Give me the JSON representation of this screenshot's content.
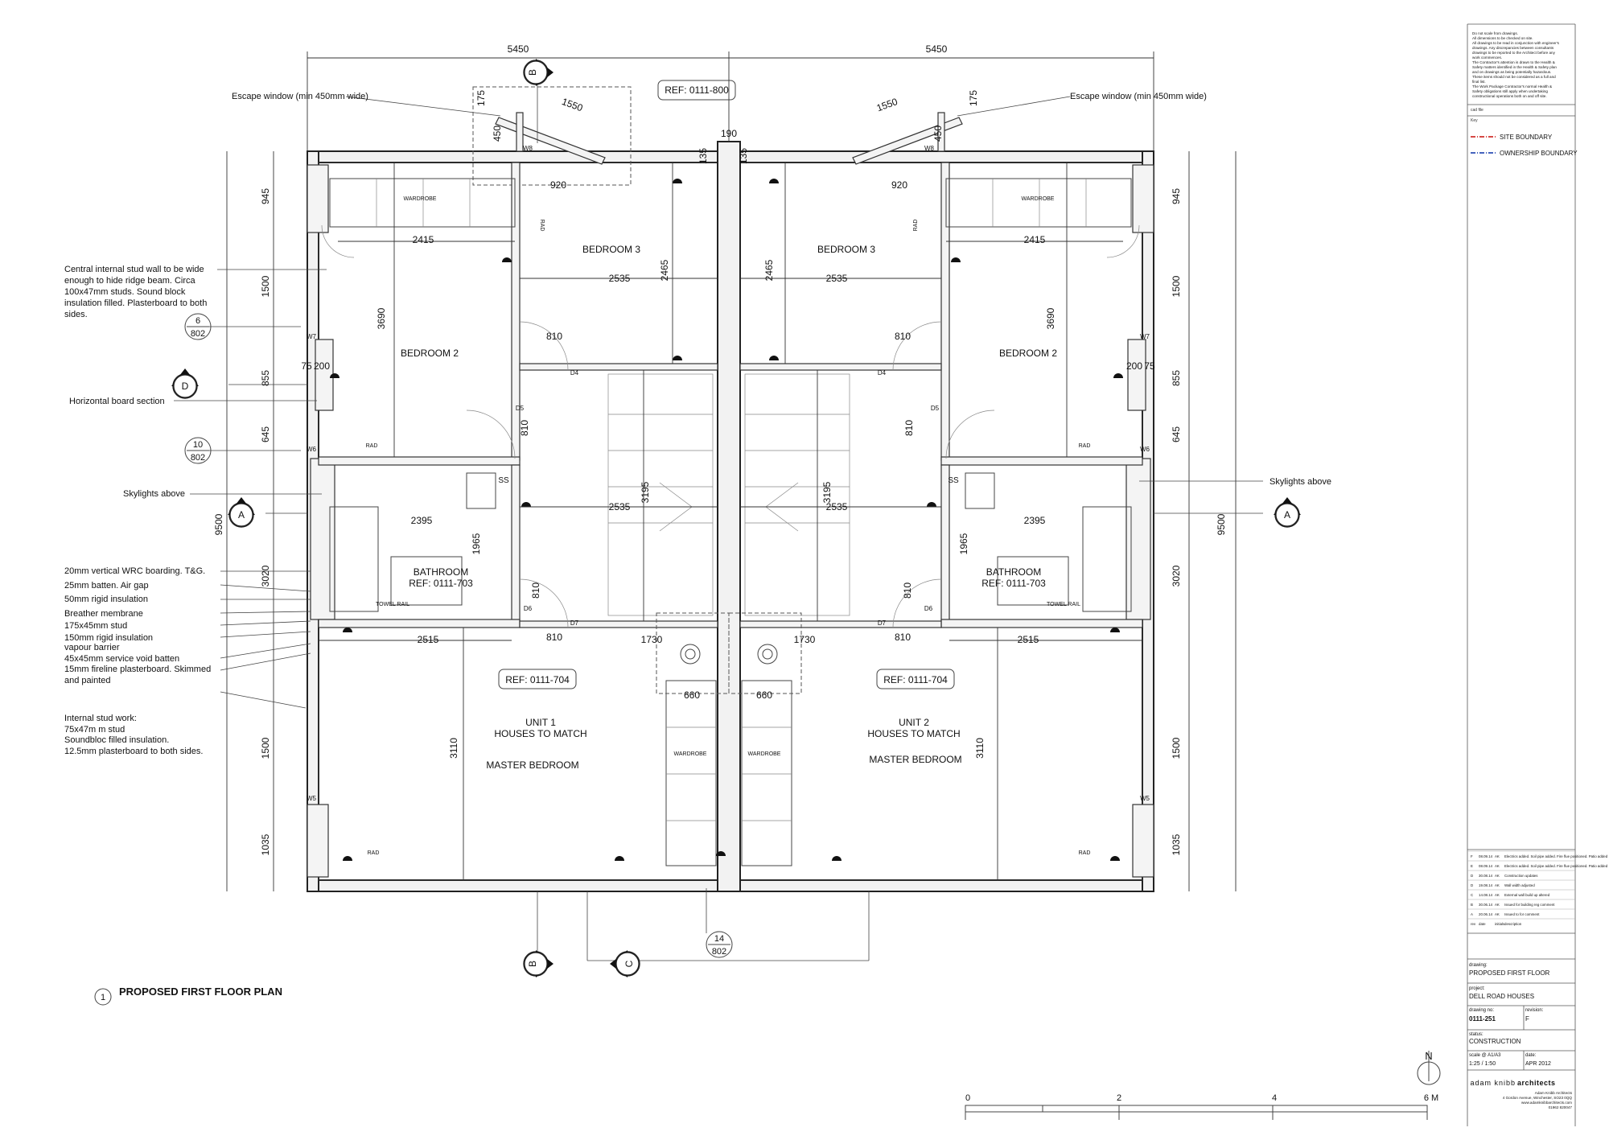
{
  "drawing": {
    "title_number": "1",
    "title": "PROPOSED FIRST FLOOR PLAN",
    "north_label": "N",
    "scale_bar": [
      "0",
      "2",
      "4",
      "6 M"
    ],
    "rooms": {
      "bedroom3_left": "BEDROOM 3",
      "bedroom3_right": "BEDROOM 3",
      "bedroom2_left": "BEDROOM 2",
      "bedroom2_right": "BEDROOM 2",
      "bathroom_left": "BATHROOM",
      "bathroom_left_ref": "REF: 0111-703",
      "bathroom_right": "BATHROOM",
      "bathroom_right_ref": "REF: 0111-703",
      "unit1": "UNIT 1",
      "unit1_sub": "HOUSES TO MATCH",
      "unit1_room": "MASTER BEDROOM",
      "unit2": "UNIT 2",
      "unit2_sub": "HOUSES TO MATCH",
      "unit2_room": "MASTER BEDROOM"
    },
    "small_labels": {
      "wardrobe_tl": "WARDROBE",
      "wardrobe_tr": "WARDROBE",
      "wardrobe_ml": "WARDROBE",
      "wardrobe_mr": "WARDROBE",
      "rad_1": "RAD",
      "rad_2": "RAD",
      "rad_3": "RAD",
      "rad_4": "RAD",
      "rad_5": "RAD",
      "rad_6": "RAD",
      "towel_l": "TOWEL RAIL",
      "towel_r": "TOWEL RAIL",
      "ss_l": "SS",
      "ss_r": "SS",
      "w8_l": "W8",
      "w8_r": "W8",
      "w7_l": "W7",
      "w7_r": "W7",
      "w6_l": "W6",
      "w6_r": "W6",
      "w5_l": "W5",
      "w5_r": "W5",
      "d4_l": "D4",
      "d4_r": "D4",
      "d5_l": "D5",
      "d5_r": "D5",
      "d6_l": "D6",
      "d6_r": "D6",
      "d7_l": "D7",
      "d7_r": "D7"
    },
    "refs": {
      "ref_800": "REF: 0111-800",
      "ref_704_l": "REF: 0111-704",
      "ref_704_r": "REF: 0111-704"
    },
    "section_markers": {
      "b_top": "B",
      "b_bottom": "B",
      "c_bottom": "C",
      "a_left": "A",
      "a_right": "A",
      "d_left": "D"
    },
    "detail_bubbles": [
      {
        "top": "6",
        "bottom": "802"
      },
      {
        "top": "10",
        "bottom": "802"
      },
      {
        "top": "14",
        "bottom": "802"
      }
    ],
    "dimensions": {
      "top_l": "5450",
      "top_r": "5450",
      "d1550_l": "1550",
      "d1550_r": "1550",
      "d175_l": "175",
      "d175_r": "175",
      "d450_l": "450",
      "d450_r": "450",
      "d190": "190",
      "d135_l": "135",
      "d135_r": "135",
      "d920_l": "920",
      "d920_r": "920",
      "d2415_l": "2415",
      "d2415_r": "2415",
      "d2535_a_l": "2535",
      "d2535_a_r": "2535",
      "d2465_l": "2465",
      "d2465_r": "2465",
      "d3690_l": "3690",
      "d3690_r": "3690",
      "d810_a_l": "810",
      "d810_a_r": "810",
      "d810_b_l": "810",
      "d810_b_r": "810",
      "d810_c_l": "810",
      "d810_c_r": "810",
      "d810_d_l": "810",
      "d810_d_r": "810",
      "d75_l": "75",
      "d200_l": "200",
      "d200_r": "200",
      "d75_r": "75",
      "d3195_l": "3195",
      "d3195_r": "3195",
      "d2535_b_l": "2535",
      "d2535_b_r": "2535",
      "d2395_l": "2395",
      "d2395_r": "2395",
      "d1965_l": "1965",
      "d1965_r": "1965",
      "d2515_l": "2515",
      "d2515_r": "2515",
      "d1730_l": "1730",
      "d1730_r": "1730",
      "d660_l": "660",
      "d660_r": "660",
      "d3110_l": "3110",
      "d3110_r": "3110",
      "side_l": [
        "945",
        "1500",
        "855",
        "645",
        "3020",
        "1500",
        "1035"
      ],
      "side_r": [
        "945",
        "1500",
        "855",
        "645",
        "3020",
        "1500",
        "1035"
      ],
      "overall_l": "9500",
      "overall_r": "9500"
    },
    "annotations": {
      "escape_l": "Escape window (min 450mm wide)",
      "escape_r": "Escape window (min 450mm wide)",
      "stud_wall": [
        "Central internal stud wall to be wide",
        "enough to hide ridge beam. Circa",
        "100x47mm studs. Sound block",
        "insulation filled. Plasterboard to both",
        "sides."
      ],
      "horizontal_board": "Horizontal board section",
      "skylights_l": "Skylights above",
      "skylights_r": "Skylights above",
      "wall_buildup": [
        "20mm vertical WRC boarding. T&G.",
        "25mm batten. Air gap",
        "50mm rigid insulation",
        "Breather membrane",
        "175x45mm stud",
        "150mm rigid insulation",
        "vapour barrier",
        "45x45mm service void batten",
        "15mm fireline plasterboard. Skimmed",
        "and painted"
      ],
      "internal_stud": [
        "Internal stud work:",
        "75x47m  m stud",
        "Soundbloc filled insulation.",
        "12.5mm plasterboard to both sides."
      ]
    }
  },
  "title_block": {
    "notes": [
      "Do not scale from drawings.",
      "All dimensions to be checked on site.",
      "All drawings to be read in conjunction with engineer's",
      "drawings. Any discrepancies between consultants",
      "drawings to be reported to the Architect before any",
      "work commences.",
      "The Contractor's attention is drawn to the Health &",
      "Safety matters identified in the Health & Safety plan",
      "and on drawings as being potentially hazardous.",
      "These items should not be considered as a full and",
      "final list.",
      "The Work Package Contractor's normal Health &",
      "Safety obligations still apply when undertaking",
      "constructional operations both on and off site."
    ],
    "cad_file_label": "cad file",
    "key_label": "Key",
    "key": [
      {
        "label": "SITE BOUNDARY",
        "color": "#d0312d"
      },
      {
        "label": "OWNERSHIP BOUNDARY",
        "color": "#2b4fb5"
      }
    ],
    "revisions": [
      [
        "F",
        "08.09.14",
        "AK",
        "Electrics added. Soil pipe added. Fire flue positioned. Patio added"
      ],
      [
        "E",
        "08.09.14",
        "AK",
        "Electrics added. Soil pipe added. Fire flue positioned. Patio added"
      ],
      [
        "D",
        "30.08.14",
        "AK",
        "Construction updates"
      ],
      [
        "D",
        "19.08.14",
        "AK",
        "Wall width adjusted"
      ],
      [
        "C",
        "14.08.14",
        "AK",
        "External wall build up altered"
      ],
      [
        "B",
        "30.06.14",
        "AK",
        "Issued for building reg comment"
      ],
      [
        "A",
        "20.06.14",
        "AK",
        "Issued to for comment"
      ],
      [
        "rev",
        "date",
        "initials",
        "description"
      ]
    ],
    "drawing_label": "drawing:",
    "drawing_value": "PROPOSED FIRST FLOOR",
    "project_label": "project:",
    "project_value": "DELL ROAD HOUSES",
    "drawing_no_label": "drawing no:",
    "drawing_no_value": "0111-251",
    "revision_label": "revision:",
    "revision_value": "F",
    "status_label": "status:",
    "status_value": "CONSTRUCTION",
    "scale_label": "scale @ A1/A3",
    "scale_value": "1:25 / 1:50",
    "date_label": "date:",
    "date_value": "APR 2012",
    "firm_name_grey": "adam knibb",
    "firm_name_green": "architects",
    "firm_address": [
      "Adam Knibb Architects",
      "4 Gordon Avenue, Winchester, SO23 0QQ",
      "www.adamknibbarchitects.com",
      "01962 820047"
    ],
    "firm_color": "#3cb371"
  }
}
